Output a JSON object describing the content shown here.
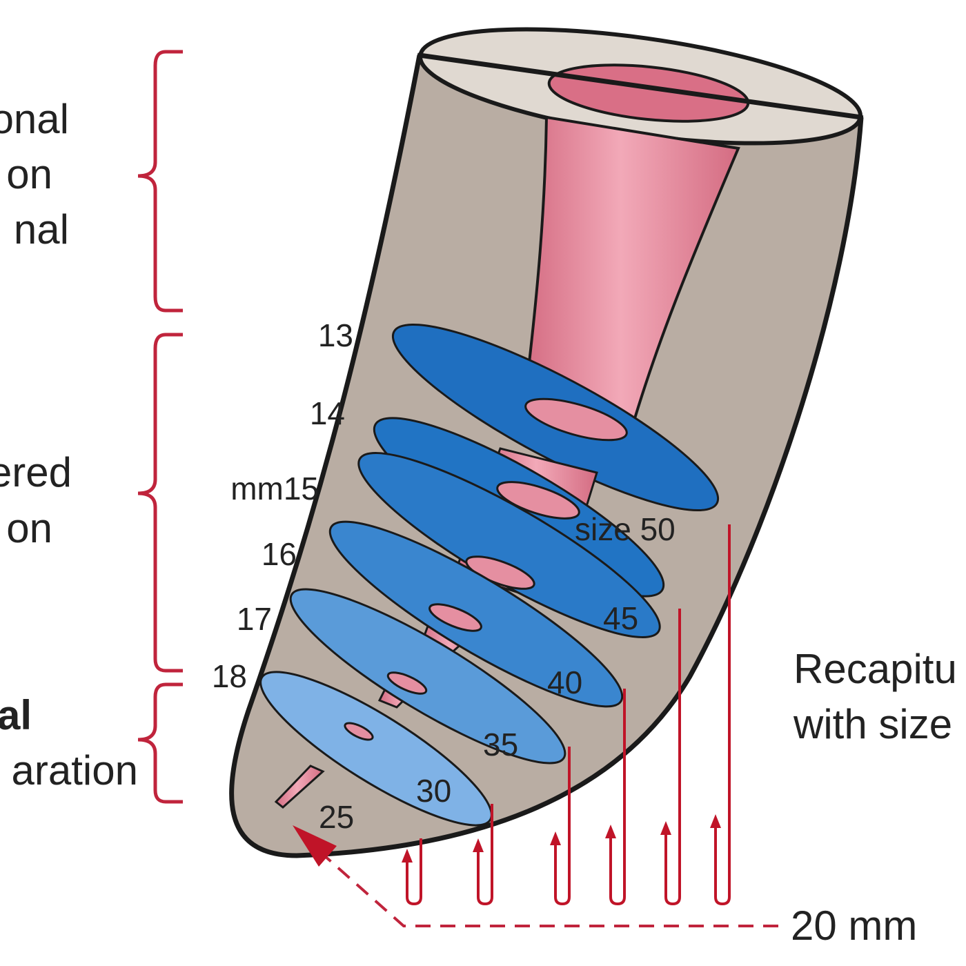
{
  "side_labels": {
    "coronal": [
      "onal",
      "on",
      "nal"
    ],
    "tapered": [
      "ered",
      "on"
    ],
    "apical": [
      "al",
      "aration"
    ]
  },
  "depth_marks": [
    "13",
    "14",
    "mm15",
    "16",
    "17",
    "18"
  ],
  "size_marks": [
    "25",
    "30",
    "35",
    "40",
    "45",
    "size 50"
  ],
  "recap_text": [
    "Recapitu",
    "with size"
  ],
  "working_length": "20 mm",
  "colors": {
    "root": "#b9ada3",
    "root_top": "#e0d9d1",
    "canal": "#e08a9c",
    "disc_dark": "#1f6fc0",
    "disc_light": "#7fb2e6",
    "brace": "#c0243c",
    "arrow": "#c01428"
  }
}
